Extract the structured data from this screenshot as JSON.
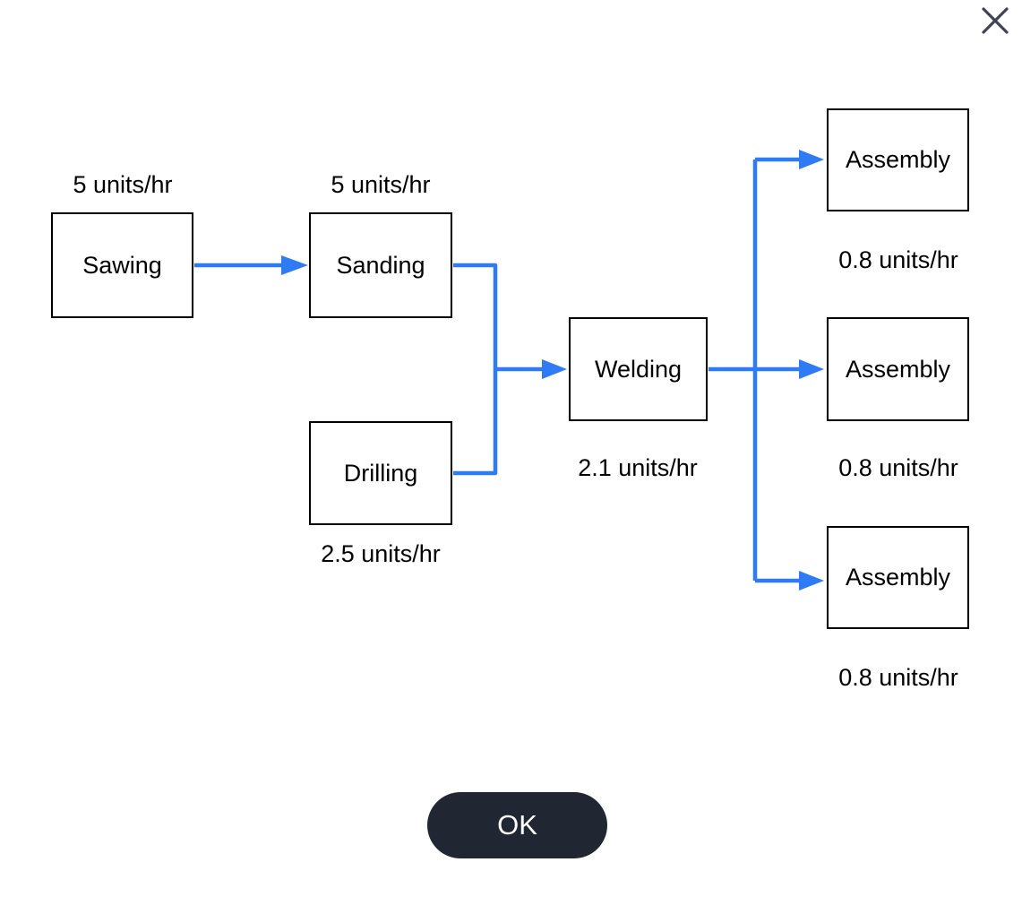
{
  "dialog": {
    "ok_button_label": "OK",
    "close_icon": "x-close"
  },
  "diagram": {
    "nodes": [
      {
        "id": "sawing",
        "label": "Sawing",
        "rate": "5 units/hr",
        "rate_position": "above"
      },
      {
        "id": "sanding",
        "label": "Sanding",
        "rate": "5 units/hr",
        "rate_position": "above"
      },
      {
        "id": "drilling",
        "label": "Drilling",
        "rate": "2.5 units/hr",
        "rate_position": "below"
      },
      {
        "id": "welding",
        "label": "Welding",
        "rate": "2.1 units/hr",
        "rate_position": "below"
      },
      {
        "id": "assembly-top",
        "label": "Assembly",
        "rate": "0.8 units/hr",
        "rate_position": "below"
      },
      {
        "id": "assembly-middle",
        "label": "Assembly",
        "rate": "0.8 units/hr",
        "rate_position": "below"
      },
      {
        "id": "assembly-bottom",
        "label": "Assembly",
        "rate": "0.8 units/hr",
        "rate_position": "below"
      }
    ],
    "edges": [
      {
        "from": "sawing",
        "to": "sanding"
      },
      {
        "from": "sanding",
        "to": "welding"
      },
      {
        "from": "drilling",
        "to": "welding"
      },
      {
        "from": "welding",
        "to": "assembly-top"
      },
      {
        "from": "welding",
        "to": "assembly-middle"
      },
      {
        "from": "welding",
        "to": "assembly-bottom"
      }
    ],
    "colors": {
      "arrow": "#2f7bf5",
      "node_border": "#000000",
      "node_fill": "#ffffff",
      "text": "#000000",
      "ok_button_bg": "#212633",
      "ok_button_text": "#ffffff",
      "close_icon": "#3d4554"
    }
  }
}
